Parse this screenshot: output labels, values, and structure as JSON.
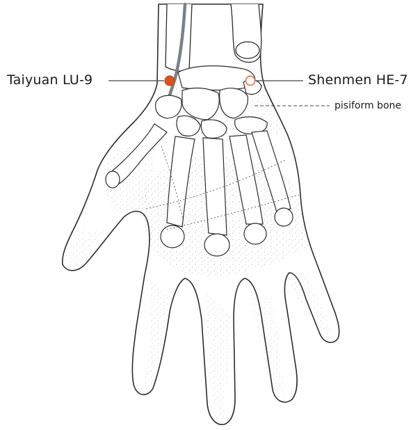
{
  "labels": {
    "lu9": "Taiyuan LU-9",
    "he7": "Shenmen HE-7",
    "pisiform": "pisiform bone"
  },
  "colors": {
    "lu9_point": "#d9531e",
    "he7_point": "#e08a5c",
    "artery": "#7c8087",
    "outline": "#2b2b2b",
    "leader": "#444444"
  }
}
